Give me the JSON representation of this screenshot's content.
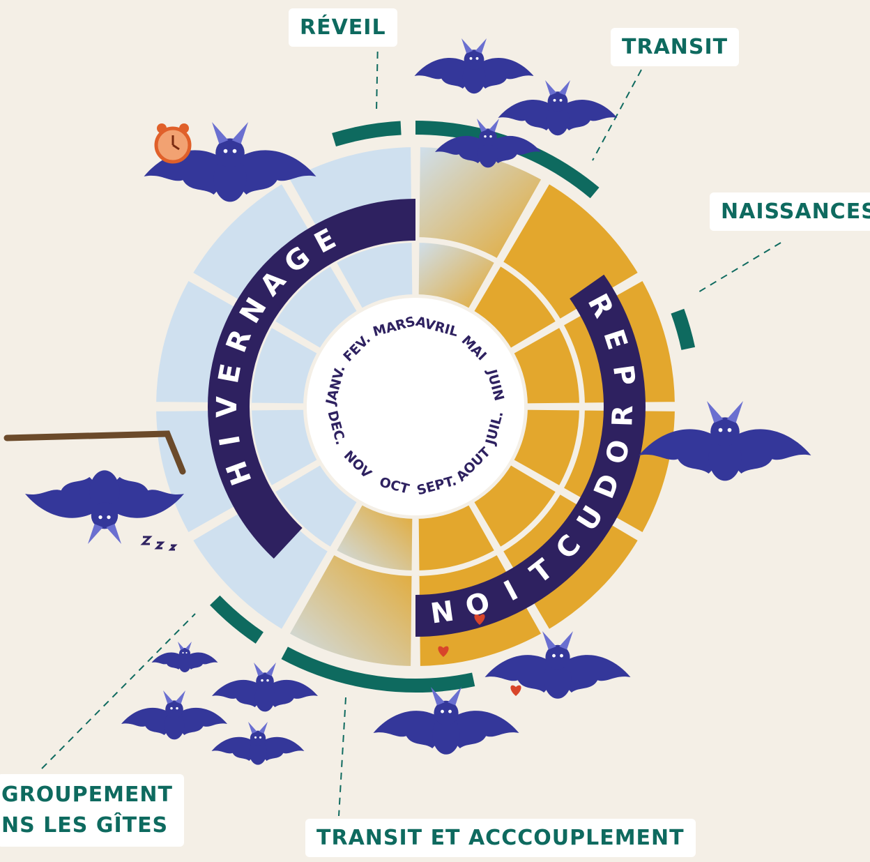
{
  "diagram": {
    "months": [
      "AVRIL",
      "MAI",
      "JUIN",
      "JUIL.",
      "AOUT",
      "SEPT.",
      "OCT",
      "NOV",
      "DEC.",
      "JANV.",
      "FEV.",
      "MARS"
    ],
    "phases": [
      {
        "id": "hibernation",
        "label": "HIVERNAGE"
      },
      {
        "id": "reproduction",
        "label": "REPRODUCTION"
      }
    ],
    "events": [
      {
        "id": "reveil",
        "label": "RÉVEIL"
      },
      {
        "id": "transit",
        "label": "TRANSIT"
      },
      {
        "id": "naissances",
        "label": "NAISSANCES"
      },
      {
        "id": "transit-accouplement",
        "label": "TRANSIT ET ACCCOUPLEMENT"
      },
      {
        "id": "regroupement",
        "lines": [
          "GROUPEMENT",
          "NS LES GÎTES"
        ]
      }
    ],
    "colors": {
      "background": "#f4efe6",
      "winter": "#cfe0ef",
      "summer": "#e3a72d",
      "band": "#2e2160",
      "event": "#0e6a5f",
      "bat": "#34379a",
      "bat_light": "#6a6fd0"
    }
  }
}
